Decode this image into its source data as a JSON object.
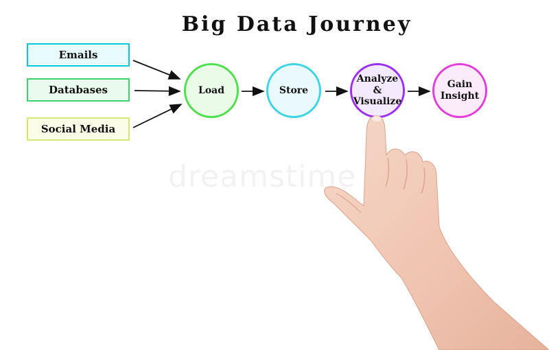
{
  "title": "Big Data Journey",
  "sources": [
    {
      "label": "Emails",
      "color": "#00c8d8",
      "fill": "#e8fbfd"
    },
    {
      "label": "Databases",
      "color": "#3ed06a",
      "fill": "#eafaee"
    },
    {
      "label": "Social Media",
      "color": "#d4e870",
      "fill": "#fbfde8"
    }
  ],
  "steps": [
    {
      "label": "Load",
      "color": "#4fe04f",
      "fill": "#eafbe7"
    },
    {
      "label": "Store",
      "color": "#3fd4e4",
      "fill": "#eaf9fb"
    },
    {
      "label": "Analyze &\nVisualize",
      "color": "#9b30ef",
      "fill": "#f4eafd"
    },
    {
      "label": "Gain\nInsight",
      "color": "#e23fd6",
      "fill": "#fcebfb"
    }
  ],
  "watermark": "dreamstime"
}
